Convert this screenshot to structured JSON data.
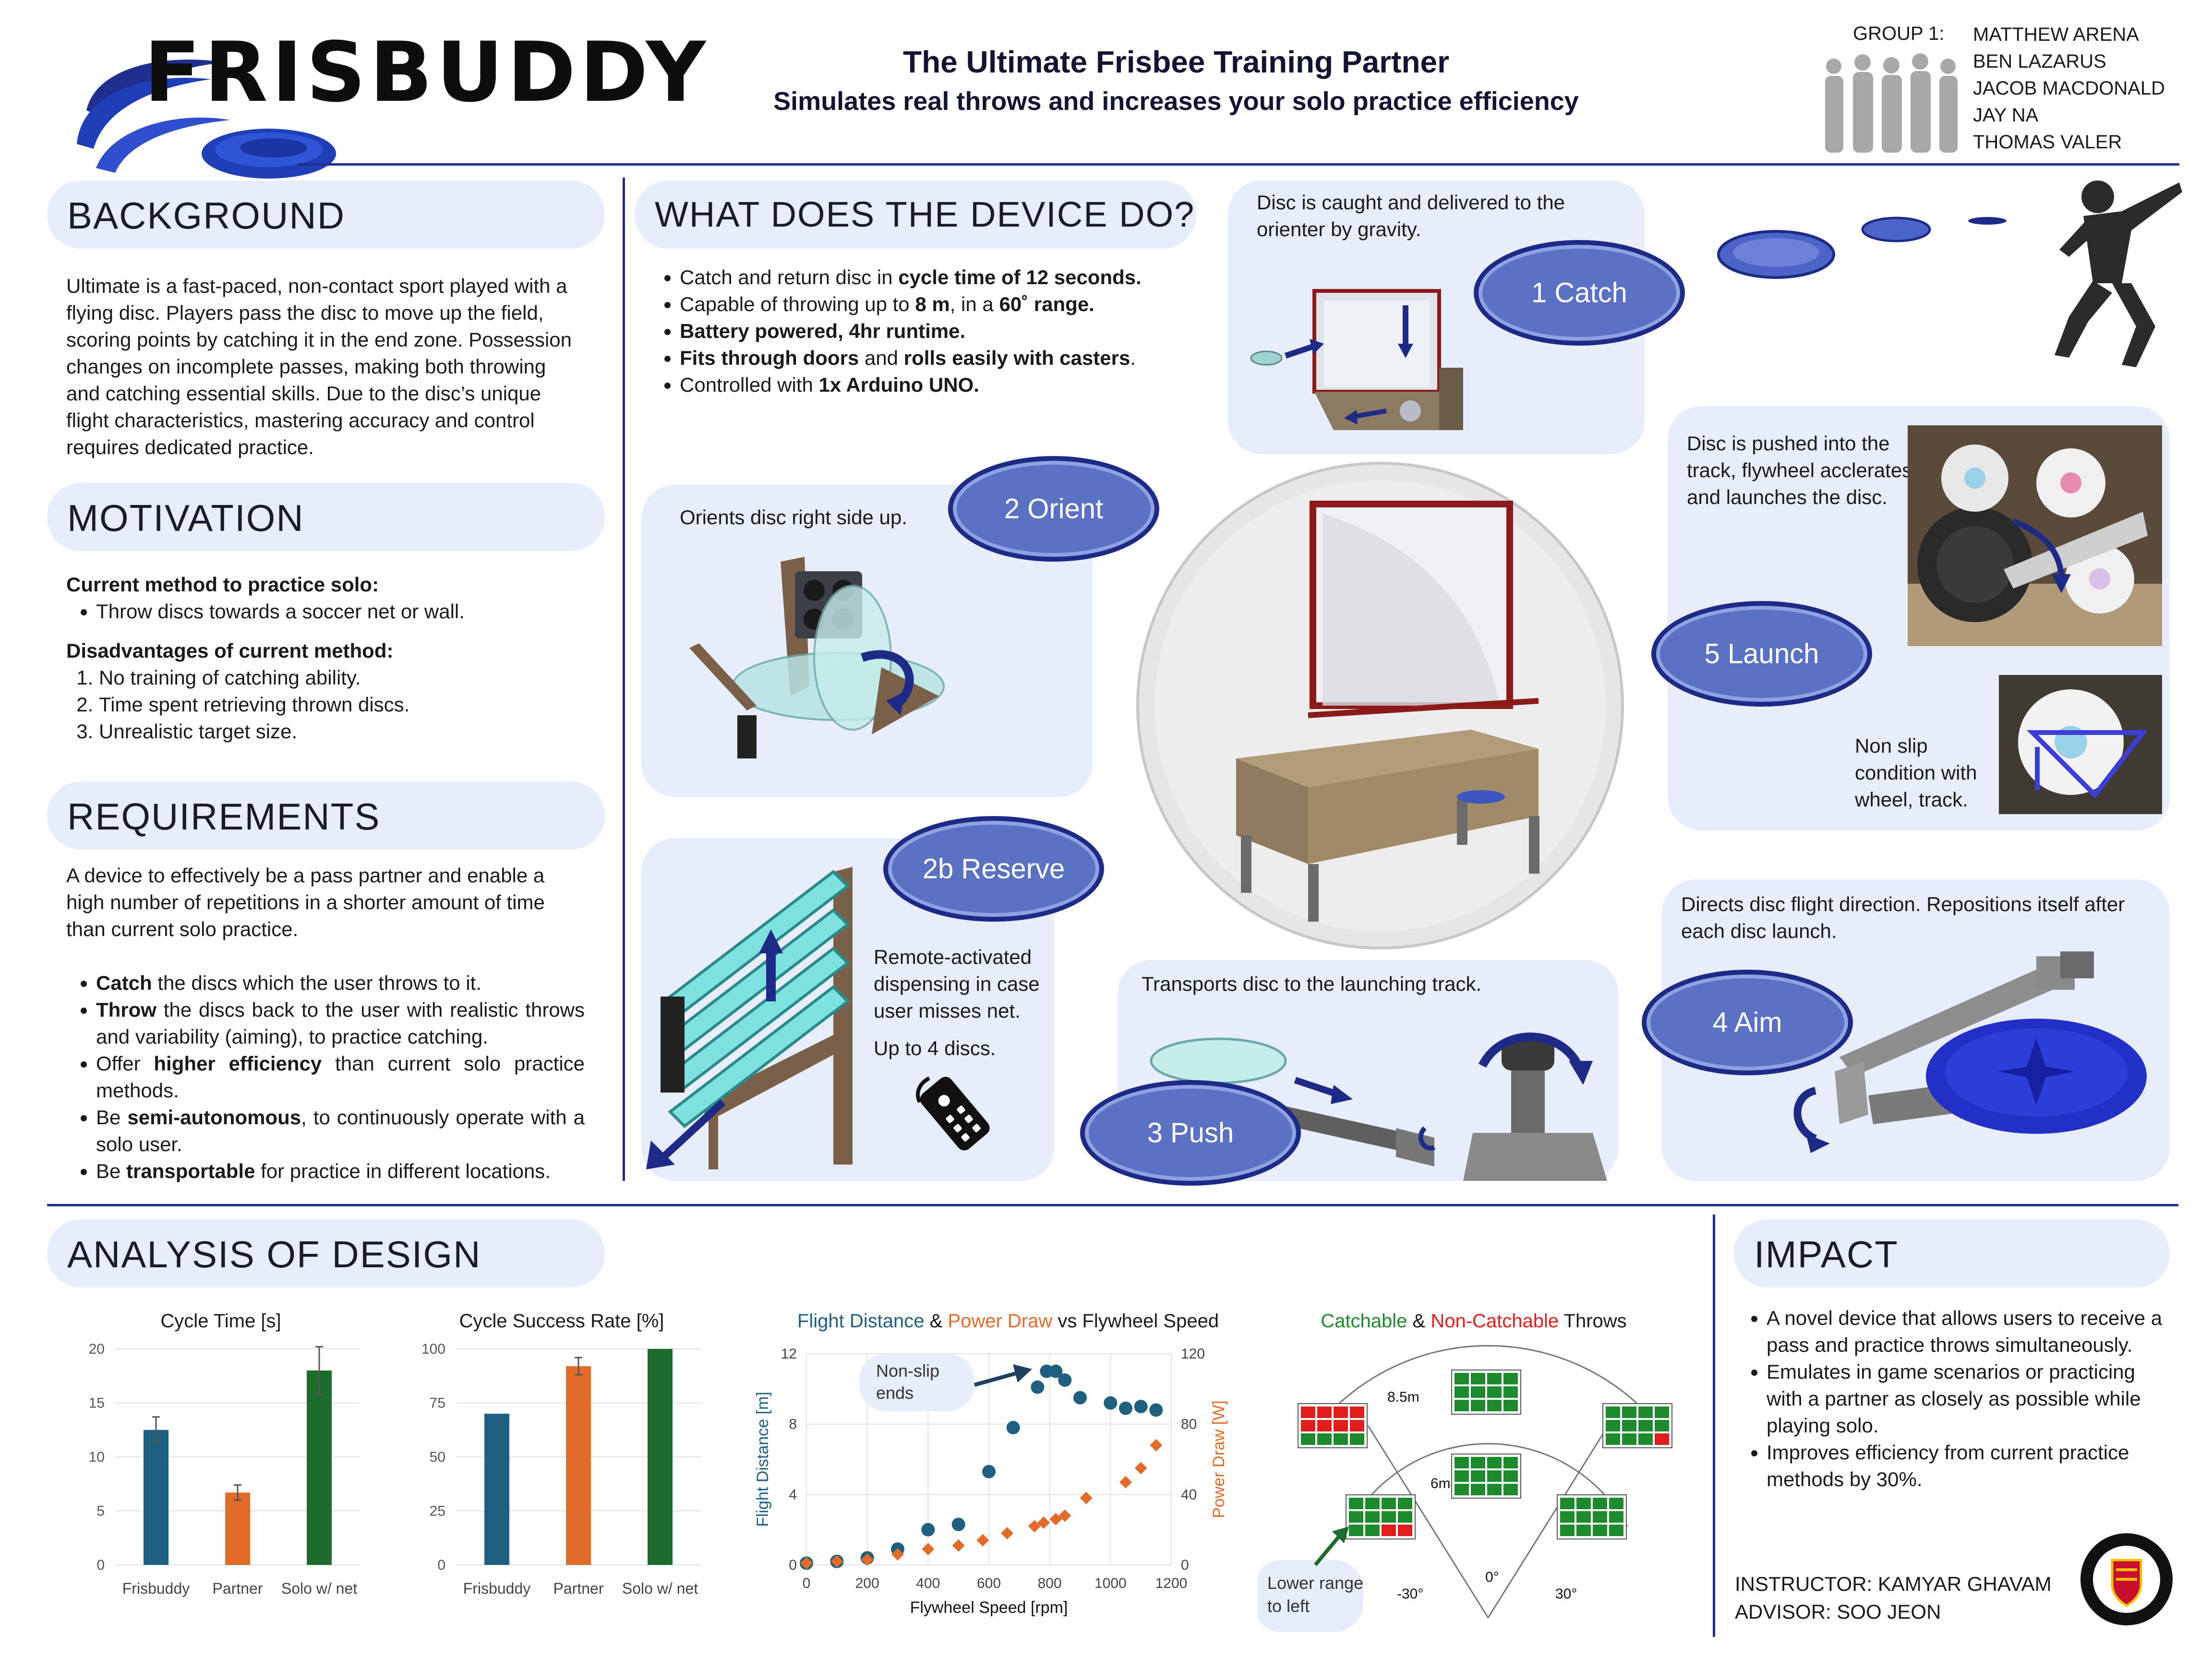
{
  "header": {
    "logo_text": "FRISBUDDY",
    "title": "The Ultimate Frisbee Training Partner",
    "subtitle": "Simulates real throws and increases your solo practice efficiency",
    "group_label": "GROUP 1:",
    "members": [
      "MATTHEW ARENA",
      "BEN LAZARUS",
      "JACOB MACDONALD",
      "JAY NA",
      "THOMAS VALER"
    ]
  },
  "background": {
    "heading": "BACKGROUND",
    "text": "Ultimate is a fast-paced, non-contact sport played with a flying disc. Players pass the disc to move up the field, scoring points by catching it in the end zone. Possession changes on incomplete passes, making both throwing and catching essential skills. Due to the disc’s unique flight characteristics, mastering accuracy and control requires dedicated practice."
  },
  "motivation": {
    "heading": "MOTIVATION",
    "current_label": "Current method to practice solo:",
    "current_items": [
      "Throw discs towards a soccer net or wall."
    ],
    "disadv_label": "Disadvantages of current method:",
    "disadv_items": [
      "No training of catching ability.",
      "Time spent retrieving thrown discs.",
      "Unrealistic target size."
    ]
  },
  "requirements": {
    "heading": "REQUIREMENTS",
    "intro": "A device to effectively be a pass partner and enable a high number of repetitions in a shorter amount of time than current solo practice.",
    "items": [
      {
        "bold": "Catch",
        "rest": " the discs which the user throws to it."
      },
      {
        "bold": "Throw",
        "rest": " the discs back to the user with realistic throws and variability (aiming), to practice catching."
      },
      {
        "pre": "Offer ",
        "bold": "higher efficiency",
        "rest": " than current solo practice methods."
      },
      {
        "pre": "Be ",
        "bold": "semi-autonomous",
        "rest": ", to continuously operate with a solo user."
      },
      {
        "pre": "Be ",
        "bold": "transportable",
        "rest": " for practice in different locations."
      }
    ]
  },
  "device": {
    "heading": "WHAT DOES THE DEVICE DO?",
    "bullets": [
      {
        "pre": "Catch and return disc in ",
        "bold": "cycle time of 12 seconds.",
        "rest": ""
      },
      {
        "pre": "Capable of throwing up to ",
        "bold": "8 m",
        "rest": ", in a ",
        "bold2": "60˚ range."
      },
      {
        "pre": "",
        "bold": "Battery powered, 4hr runtime.",
        "rest": ""
      },
      {
        "pre": "",
        "bold": "Fits through doors",
        "rest": " and ",
        "bold2": "rolls easily with casters",
        "rest2": "."
      },
      {
        "pre": "Controlled with ",
        "bold": "1x Arduino UNO.",
        "rest": ""
      }
    ]
  },
  "steps": {
    "catch": {
      "label": "1 Catch",
      "desc": "Disc is caught and delivered to the orienter by gravity."
    },
    "orient": {
      "label": "2 Orient",
      "desc": "Orients disc right side up."
    },
    "reserve": {
      "label": "2b Reserve",
      "desc": "Remote-activated dispensing in case user misses net.",
      "desc2": "Up to 4 discs."
    },
    "push": {
      "label": "3 Push",
      "desc": "Transports disc to the launching track."
    },
    "aim": {
      "label": "4 Aim",
      "desc": "Directs disc flight direction. Repositions itself after each disc launch."
    },
    "launch": {
      "label": "5 Launch",
      "desc": "Disc is pushed into the track, flywheel acclerates and launches the disc.",
      "desc2": "Non slip condition with wheel, track."
    }
  },
  "analysis": {
    "heading": "ANALYSIS OF DESIGN"
  },
  "impact": {
    "heading": "IMPACT",
    "items": [
      "A novel device that allows users to receive a pass and practice throws simultaneously.",
      "Emulates in game scenarios or practicing with a partner as closely as possible while playing solo.",
      "Improves efficiency from current practice methods by 30%."
    ],
    "instructor": "INSTRUCTOR: KAMYAR GHAVAM",
    "advisor": "ADVISOR: SOO JEON"
  },
  "colors": {
    "accent": "#1f2f8f",
    "card": "#e8edfb",
    "teal": "#1f5f7f",
    "orange": "#e36b2a",
    "green": "#1e6b2e",
    "red": "#e01e1e"
  },
  "chart_data": [
    {
      "type": "bar",
      "title": "Cycle Time [s]",
      "categories": [
        "Frisbuddy",
        "Partner",
        "Solo w/ net"
      ],
      "values": [
        12.5,
        6.7,
        18
      ],
      "errors": [
        1.2,
        0.7,
        2.2
      ],
      "colors": [
        "#1f5f7f",
        "#e36b2a",
        "#1e6b2e"
      ],
      "yticks": [
        "0",
        "5",
        "10",
        "15",
        "20"
      ],
      "ylim": [
        0,
        20
      ]
    },
    {
      "type": "bar",
      "title": "Cycle Success Rate [%]",
      "categories": [
        "Frisbuddy",
        "Partner",
        "Solo w/ net"
      ],
      "values": [
        70,
        92,
        100
      ],
      "errors": [
        0,
        4,
        0
      ],
      "colors": [
        "#1f5f7f",
        "#e36b2a",
        "#1e6b2e"
      ],
      "yticks": [
        "0",
        "25",
        "50",
        "75",
        "100"
      ],
      "ylim": [
        0,
        100
      ]
    },
    {
      "type": "scatter",
      "title_parts": [
        "Flight Distance",
        " & ",
        "Power Draw",
        " vs Flywheel Speed"
      ],
      "xlabel": "Flywheel Speed [rpm]",
      "ylabel": "Flight Distance [m]",
      "y2label": "Power Draw [W]",
      "xticks": [
        "0",
        "200",
        "400",
        "600",
        "800",
        "1000",
        "1200"
      ],
      "yticks": [
        "0",
        "4",
        "8",
        "12"
      ],
      "y2ticks": [
        "0",
        "40",
        "80",
        "120"
      ],
      "xlim": [
        0,
        1200
      ],
      "ylim": [
        0,
        12
      ],
      "y2lim": [
        0,
        120
      ],
      "annotation": "Non-slip ends",
      "series": [
        {
          "name": "Flight Distance",
          "axis": "left",
          "marker": "circle",
          "x": [
            0,
            100,
            200,
            300,
            400,
            500,
            600,
            680,
            760,
            790,
            820,
            850,
            900,
            1000,
            1050,
            1100,
            1150
          ],
          "y": [
            0.1,
            0.2,
            0.4,
            0.9,
            2.0,
            2.3,
            5.3,
            7.8,
            10.1,
            11.0,
            11.0,
            10.5,
            9.5,
            9.2,
            8.9,
            9.0,
            8.8
          ]
        },
        {
          "name": "Power Draw",
          "axis": "right",
          "marker": "diamond",
          "x": [
            0,
            100,
            200,
            300,
            400,
            500,
            580,
            660,
            750,
            780,
            820,
            850,
            920,
            1050,
            1100,
            1150
          ],
          "y": [
            1,
            2,
            3,
            6,
            9,
            11,
            14,
            18,
            22,
            24,
            26,
            28,
            38,
            47,
            55,
            68
          ]
        }
      ]
    },
    {
      "type": "table",
      "title_parts": [
        "Catchable",
        " & ",
        "Non-Catchable",
        " Throws"
      ],
      "labels": {
        "far": "8.5m",
        "near": "6m",
        "left": "-30°",
        "center": "0°",
        "right": "30°"
      },
      "annotation": "Lower range to left",
      "grids": [
        {
          "pos": "far-left",
          "red": 8
        },
        {
          "pos": "far-center",
          "red": 0
        },
        {
          "pos": "far-right",
          "red": 1
        },
        {
          "pos": "near-left",
          "red": 2
        },
        {
          "pos": "near-center",
          "red": 0
        },
        {
          "pos": "near-right",
          "red": 0
        }
      ]
    }
  ]
}
